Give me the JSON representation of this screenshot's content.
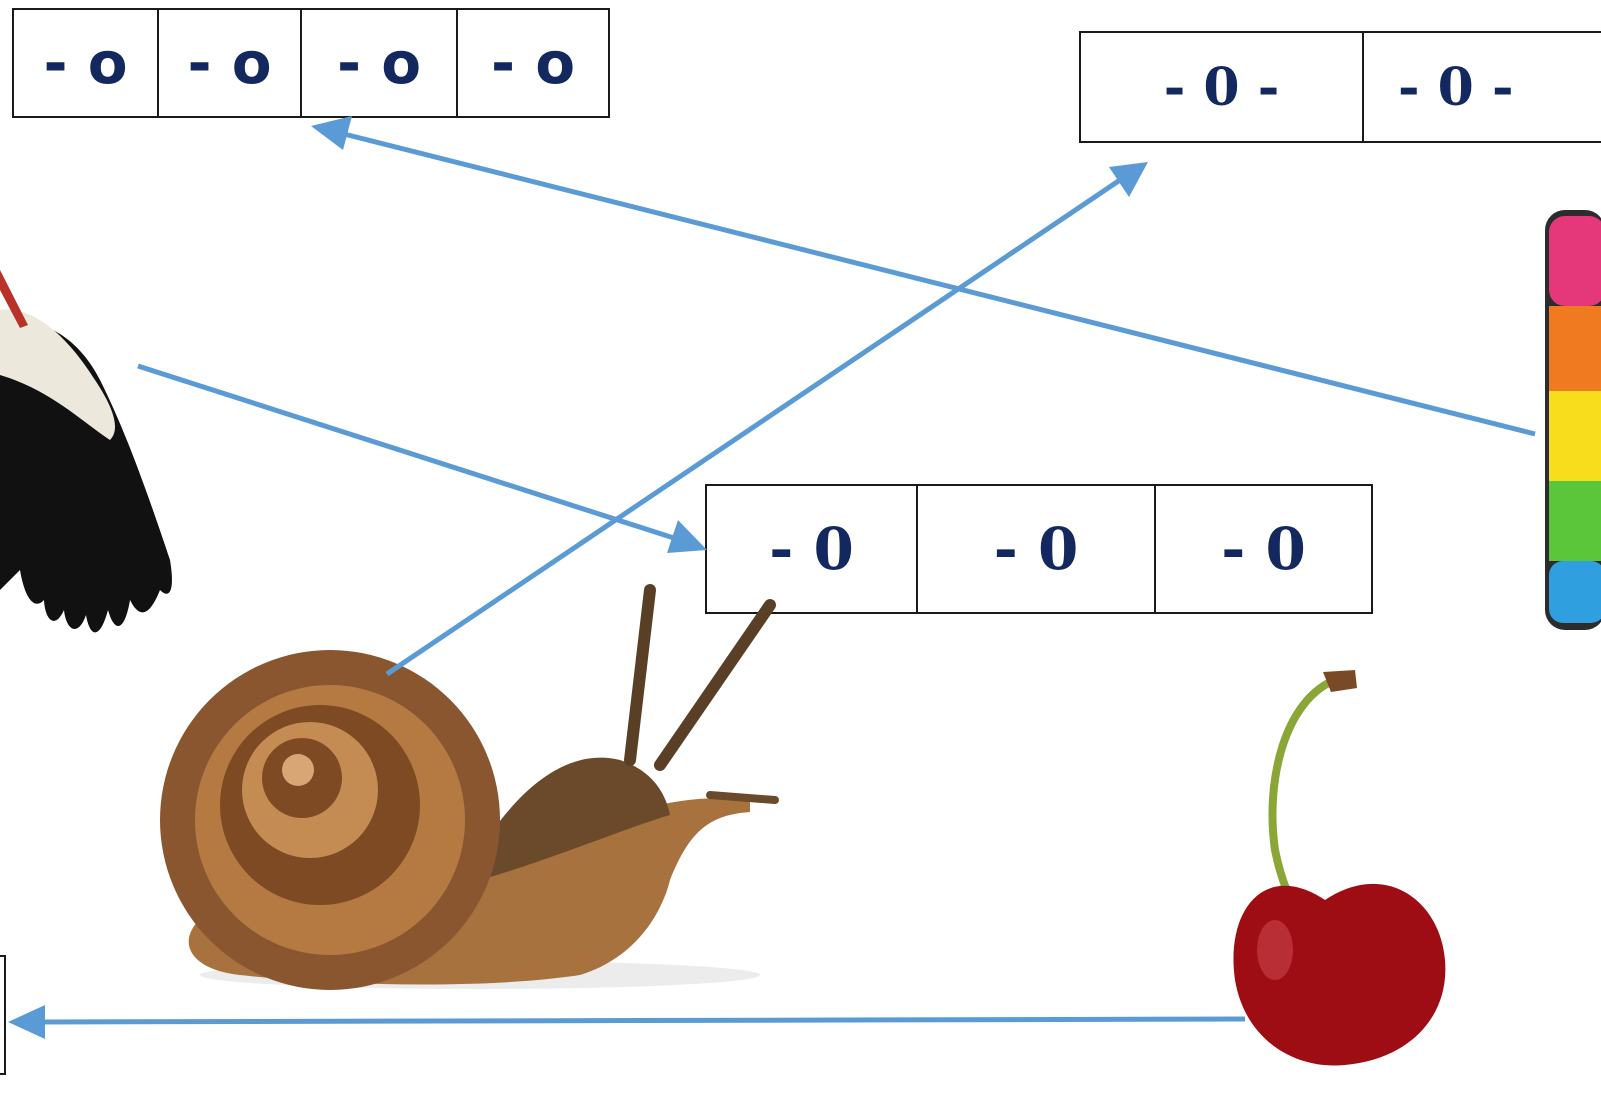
{
  "colors": {
    "arrow": "#5b9bd5",
    "cell_text": "#13285e",
    "border": "#1a1a1a"
  },
  "grids": {
    "top_left": {
      "cells": [
        "- o",
        "- o",
        "- o",
        "- o"
      ]
    },
    "top_right": {
      "cells": [
        "- 0 -",
        "- 0 -"
      ]
    },
    "middle": {
      "cells": [
        "- 0",
        "- 0",
        "- 0"
      ]
    }
  },
  "pictures": [
    "stork",
    "snail",
    "cherry",
    "pencils"
  ]
}
